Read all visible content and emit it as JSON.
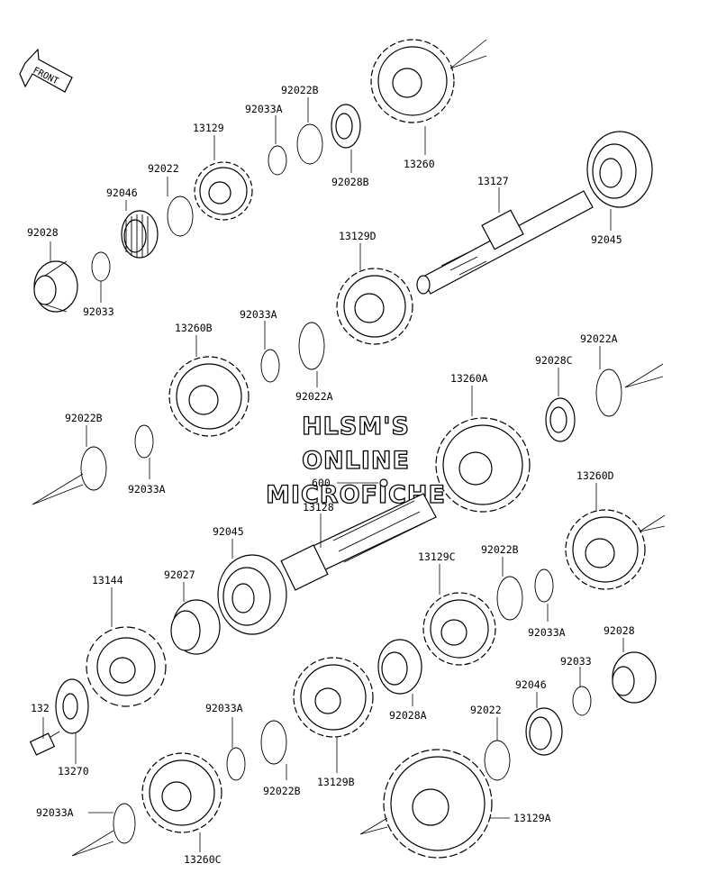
{
  "front_arrow": {
    "text": "FRONT"
  },
  "watermark": {
    "line1": "HLSM'S",
    "line2": "ONLINE",
    "line3": "MICROFICHE"
  },
  "labels": {
    "p92022B_top": "92022B",
    "p92033A_top": "92033A",
    "p13129": "13129",
    "p92022_top": "92022",
    "p92046_top": "92046",
    "p92028_top": "92028",
    "p92033_top": "92033",
    "p13260_top": "13260",
    "p92028B": "92028B",
    "p13127": "13127",
    "p92045_top": "92045",
    "p13129D": "13129D",
    "p92033A_mid": "92033A",
    "p13260B": "13260B",
    "p92022A_mid": "92022A",
    "p92028C": "92028C",
    "p92022A_right": "92022A",
    "p13260A": "13260A",
    "p92022B_left": "92022B",
    "p92033A_left": "92033A",
    "p600": "600",
    "p13128": "13128",
    "p92045_mid": "92045",
    "p13260D": "13260D",
    "p13144": "13144",
    "p92027": "92027",
    "p13129C": "13129C",
    "p92022B_mid": "92022B",
    "p92033A_right": "92033A",
    "p92028_right": "92028",
    "p92033_right": "92033",
    "p92046_right": "92046",
    "p132": "132",
    "p13270": "13270",
    "p92033A_low": "92033A",
    "p92022B_low": "92022B",
    "p13129B": "13129B",
    "p92028A": "92028A",
    "p92022_low": "92022",
    "p92033A_bottom": "92033A",
    "p13129A": "13129A",
    "p13260C": "13260C"
  }
}
